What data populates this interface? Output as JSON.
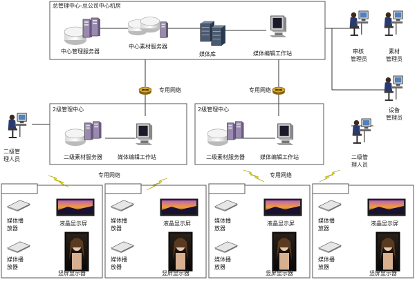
{
  "hq": {
    "title": "总管理中心-总公司中心机房",
    "central_server": "中心管理服务器",
    "media_server": "中心素材服务器",
    "media_library": "媒体库",
    "editing_station": "媒体编辑工作站"
  },
  "hq_staff": {
    "auditor": [
      "审核",
      "管理员"
    ],
    "material": [
      "素材",
      "管理员"
    ],
    "device": [
      "设备",
      "管理员"
    ]
  },
  "network": {
    "label": "专用网络"
  },
  "branch_left": {
    "title": "2级管理中心",
    "server": "二级素材服务器",
    "workstation": "媒体编辑工作站",
    "staff": [
      "二级管",
      "理人员"
    ]
  },
  "branch_right": {
    "title": "2级管理中心",
    "server": "二级素材服务器",
    "workstation": "媒体编辑工作站",
    "staff": [
      "二级管",
      "理人员"
    ]
  },
  "sites": [
    {
      "player1": [
        "媒体播",
        "放器"
      ],
      "lcd": "液晶显示屏",
      "player2": [
        "媒体播",
        "放器"
      ],
      "vertical": "竖屏显示器"
    },
    {
      "player1": [
        "媒体播",
        "放器"
      ],
      "lcd": "液晶显示屏",
      "player2": [
        "媒体播",
        "放器"
      ],
      "vertical": "竖屏显示器"
    },
    {
      "player1": [
        "媒体播",
        "放器"
      ],
      "lcd": "液晶显示屏",
      "player2": [
        "媒体播",
        "放器"
      ],
      "vertical": "竖屏显示器"
    },
    {
      "player1": [
        "媒体播",
        "放器"
      ],
      "lcd": "液晶显示屏",
      "player2": [
        "媒体播",
        "放器"
      ],
      "vertical": "竖屏显示器"
    }
  ],
  "colors": {
    "line": "#333333",
    "box": "#555555",
    "lightning": "#e8e000",
    "router": "#b8860b",
    "screen_bg": "#1a1430"
  }
}
